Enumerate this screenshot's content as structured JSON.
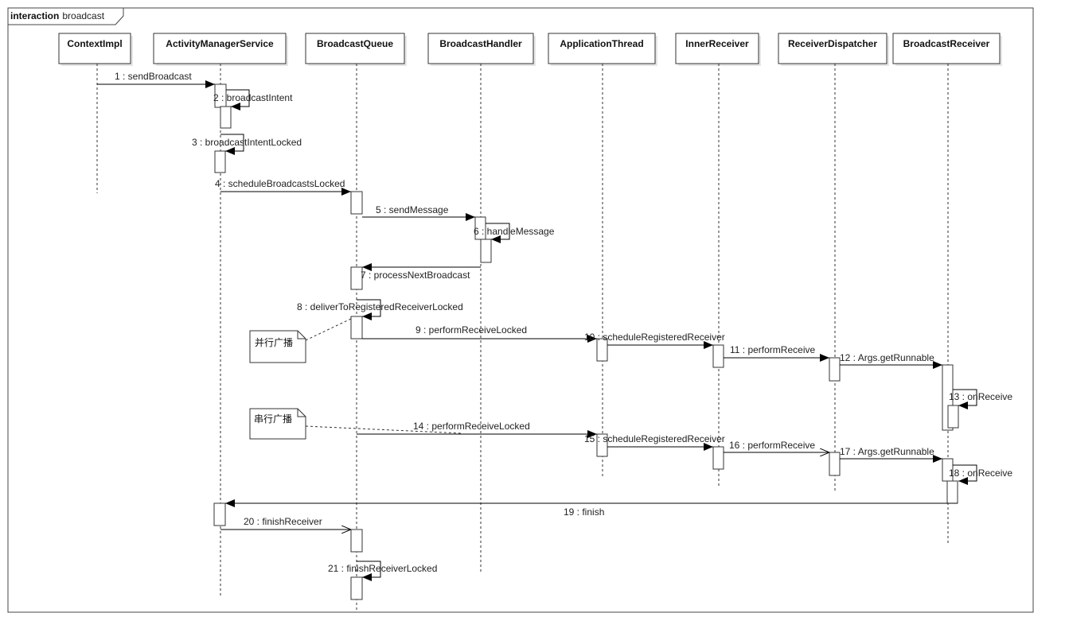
{
  "frame": {
    "keyword": "interaction",
    "name": "broadcast"
  },
  "lifelines": [
    {
      "id": "ctx",
      "label": "ContextImpl"
    },
    {
      "id": "ams",
      "label": "ActivityManagerService"
    },
    {
      "id": "bq",
      "label": "BroadcastQueue"
    },
    {
      "id": "bh",
      "label": "BroadcastHandler"
    },
    {
      "id": "at",
      "label": "ApplicationThread"
    },
    {
      "id": "ir",
      "label": "InnerReceiver"
    },
    {
      "id": "rd",
      "label": "ReceiverDispatcher"
    },
    {
      "id": "br",
      "label": "BroadcastReceiver"
    }
  ],
  "messages": [
    {
      "n": 1,
      "label": "1 : sendBroadcast",
      "from": "ctx",
      "to": "ams",
      "kind": "sync"
    },
    {
      "n": 2,
      "label": "2 : broadcastIntent",
      "from": "ams",
      "to": "ams",
      "kind": "self"
    },
    {
      "n": 3,
      "label": "3 : broadcastIntentLocked",
      "from": "ams",
      "to": "ams",
      "kind": "self"
    },
    {
      "n": 4,
      "label": "4 : scheduleBroadcastsLocked",
      "from": "ams",
      "to": "bq",
      "kind": "sync"
    },
    {
      "n": 5,
      "label": "5 : sendMessage",
      "from": "bq",
      "to": "bh",
      "kind": "sync"
    },
    {
      "n": 6,
      "label": "6 : handleMessage",
      "from": "bh",
      "to": "bh",
      "kind": "self"
    },
    {
      "n": 7,
      "label": "7 : processNextBroadcast",
      "from": "bh",
      "to": "bq",
      "kind": "sync"
    },
    {
      "n": 8,
      "label": "8 : deliverToRegisteredReceiverLocked",
      "from": "bq",
      "to": "bq",
      "kind": "self"
    },
    {
      "n": 9,
      "label": "9 : performReceiveLocked",
      "from": "bq",
      "to": "at",
      "kind": "sync"
    },
    {
      "n": 10,
      "label": "10 : scheduleRegisteredReceiver",
      "from": "at",
      "to": "ir",
      "kind": "sync"
    },
    {
      "n": 11,
      "label": "11 : performReceive",
      "from": "ir",
      "to": "rd",
      "kind": "sync"
    },
    {
      "n": 12,
      "label": "12 : Args.getRunnable",
      "from": "rd",
      "to": "br",
      "kind": "sync"
    },
    {
      "n": 13,
      "label": "13 : onReceive",
      "from": "br",
      "to": "br",
      "kind": "self"
    },
    {
      "n": 14,
      "label": "14 : performReceiveLocked",
      "from": "bq",
      "to": "at",
      "kind": "sync"
    },
    {
      "n": 15,
      "label": "15 : scheduleRegisteredReceiver",
      "from": "at",
      "to": "ir",
      "kind": "sync"
    },
    {
      "n": 16,
      "label": "16 : performReceive",
      "from": "ir",
      "to": "rd",
      "kind": "async"
    },
    {
      "n": 17,
      "label": "17 : Args.getRunnable",
      "from": "rd",
      "to": "br",
      "kind": "sync"
    },
    {
      "n": 18,
      "label": "18 : onReceive",
      "from": "br",
      "to": "br",
      "kind": "self"
    },
    {
      "n": 19,
      "label": "19 : finish",
      "from": "br",
      "to": "ams",
      "kind": "sync"
    },
    {
      "n": 20,
      "label": "20 : finishReceiver",
      "from": "ams",
      "to": "bq",
      "kind": "async"
    },
    {
      "n": 21,
      "label": "21 : finishReceiverLocked",
      "from": "bq",
      "to": "bq",
      "kind": "self"
    }
  ],
  "notes": [
    {
      "id": "parallel",
      "text": "并行广播",
      "attached_to_message": 9
    },
    {
      "id": "serial",
      "text": "串行广播",
      "attached_to_message": 14
    }
  ],
  "colors": {
    "line": "#333333",
    "box_fill": "#ffffff",
    "shadow": "#e6e6e6",
    "text": "#222222"
  }
}
